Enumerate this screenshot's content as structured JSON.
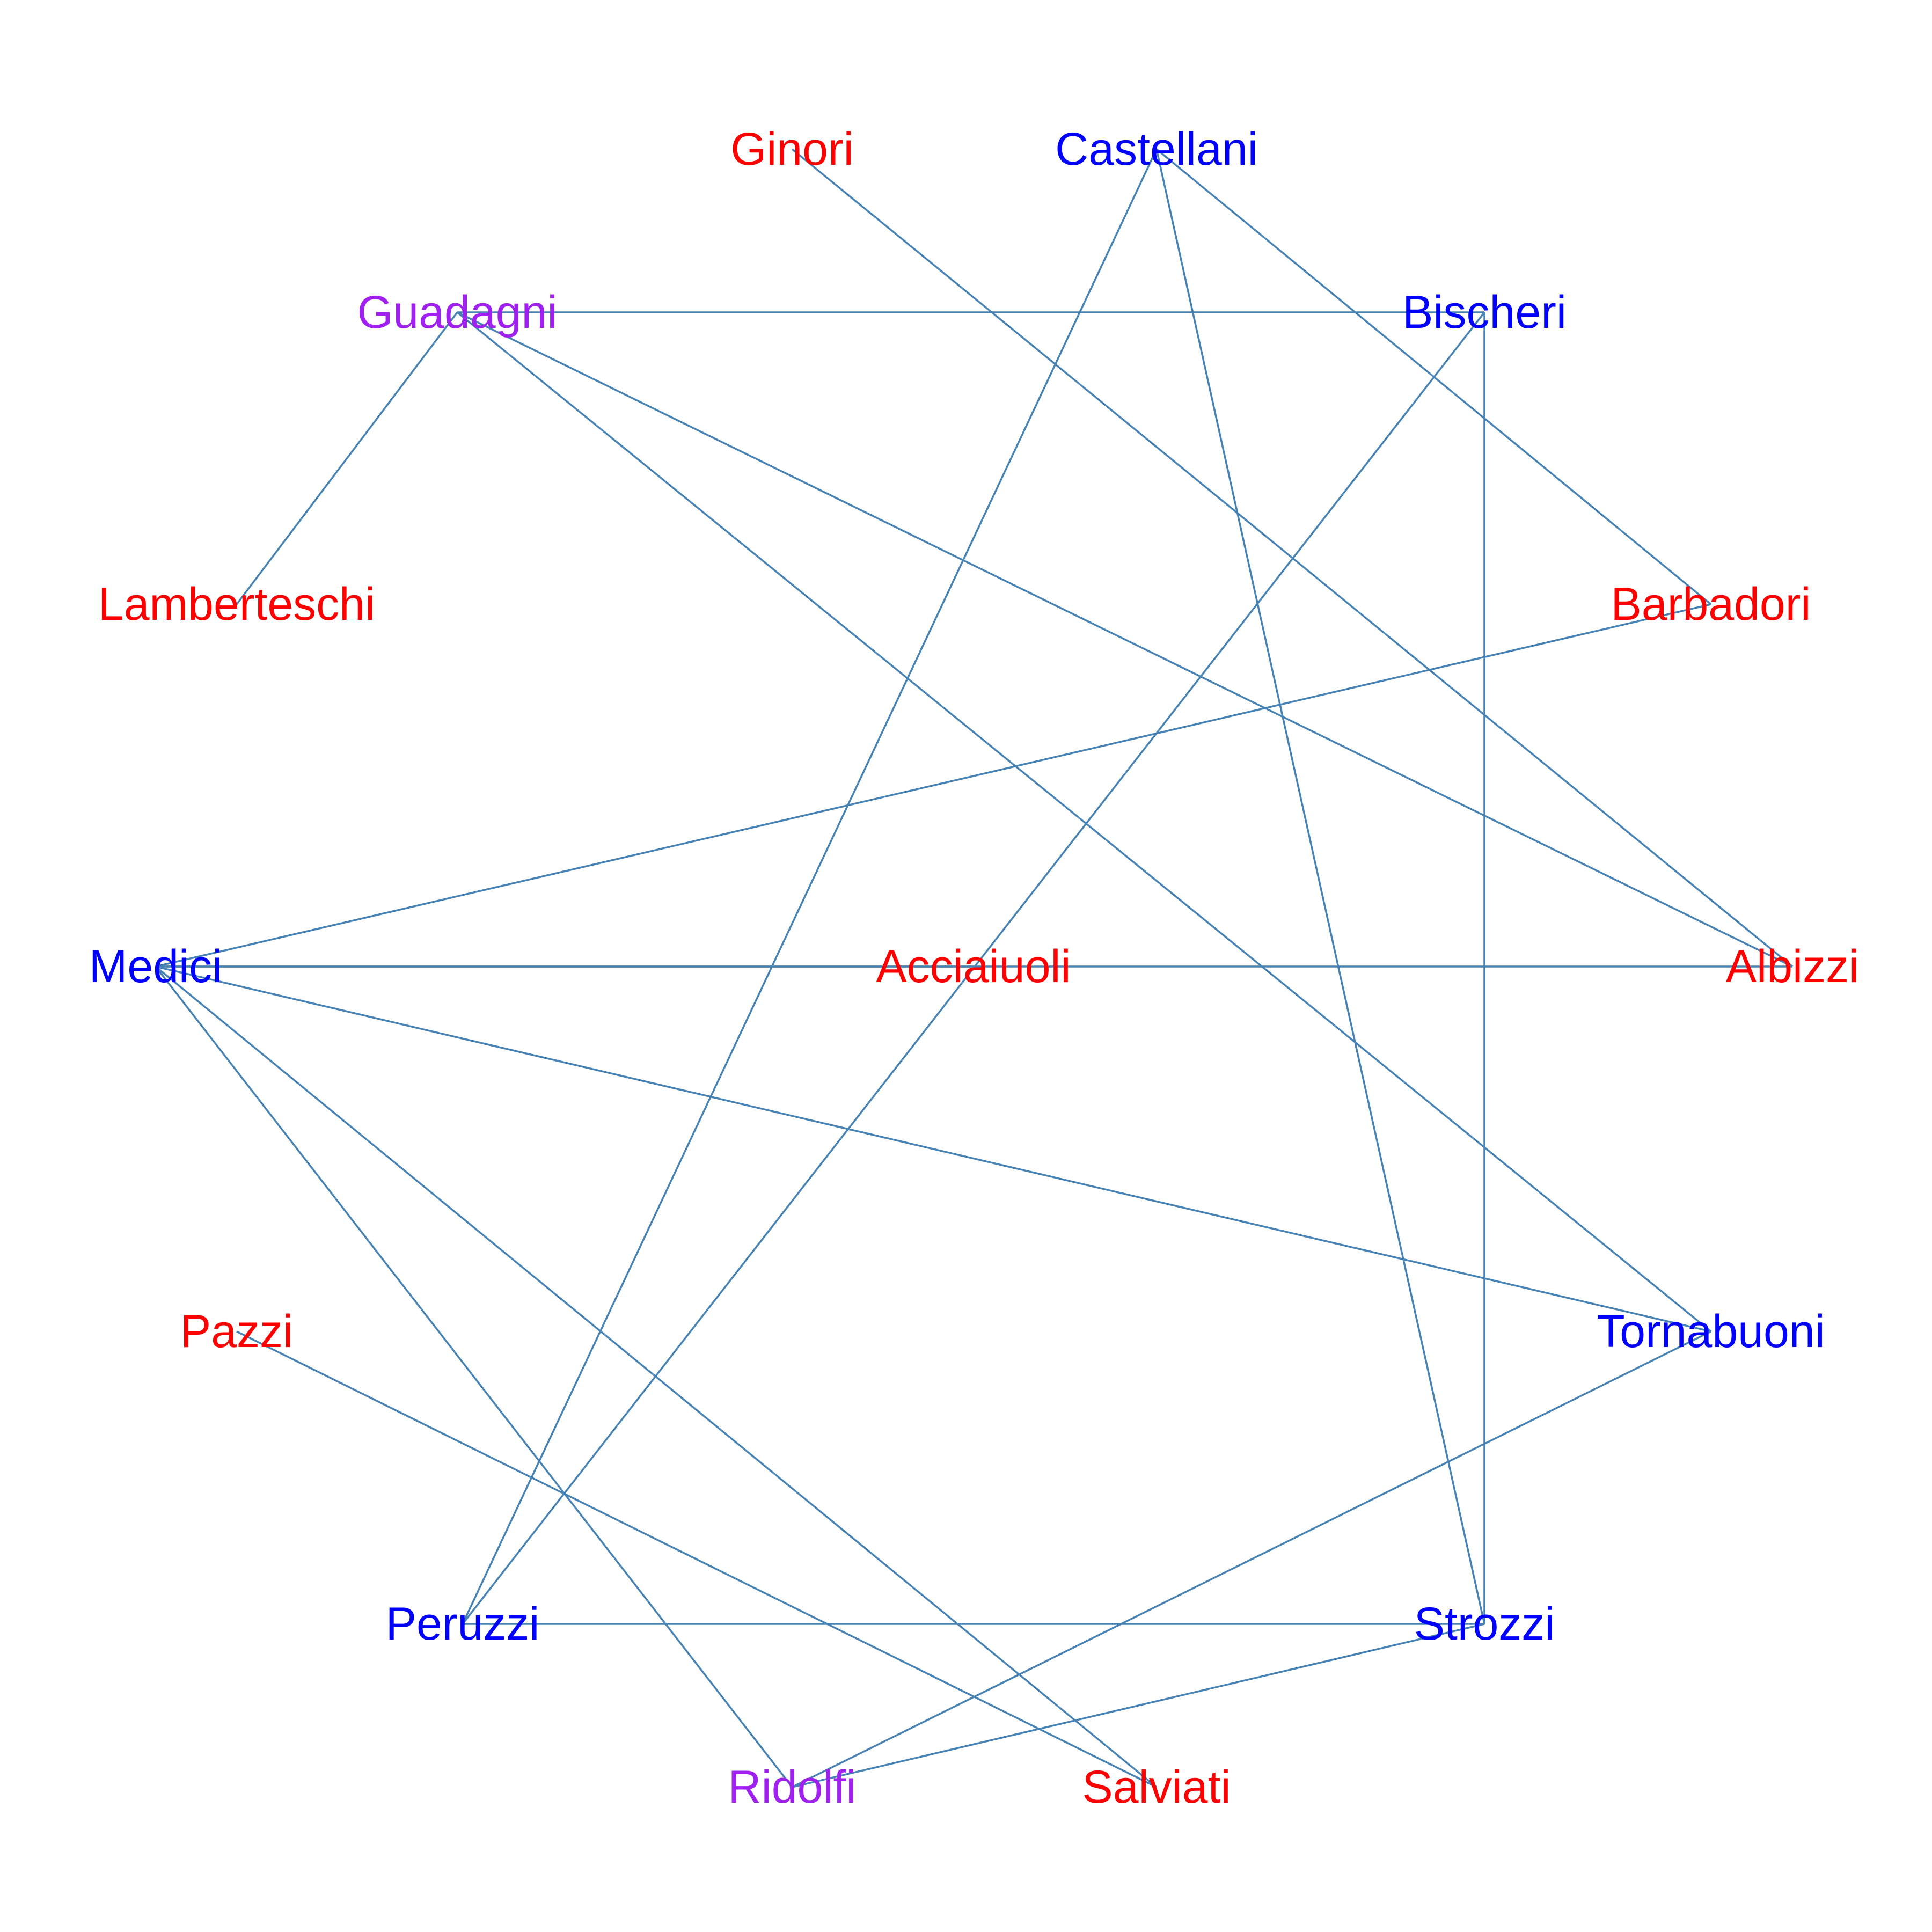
{
  "colors": {
    "edge": "#4682b4",
    "red": "#ff0000",
    "blue": "#0000ff",
    "purple": "#a020f0"
  },
  "nodes": [
    {
      "id": "Ginori",
      "label": "Ginori",
      "color": "#ff0000"
    },
    {
      "id": "Castellani",
      "label": "Castellani",
      "color": "#0000ff"
    },
    {
      "id": "Guadagni",
      "label": "Guadagni",
      "color": "#a020f0"
    },
    {
      "id": "Bischeri",
      "label": "Bischeri",
      "color": "#0000ff"
    },
    {
      "id": "Lamberteschi",
      "label": "Lamberteschi",
      "color": "#ff0000"
    },
    {
      "id": "Barbadori",
      "label": "Barbadori",
      "color": "#ff0000"
    },
    {
      "id": "Medici",
      "label": "Medici",
      "color": "#0000ff"
    },
    {
      "id": "Acciaiuoli",
      "label": "Acciaiuoli",
      "color": "#ff0000"
    },
    {
      "id": "Albizzi",
      "label": "Albizzi",
      "color": "#ff0000"
    },
    {
      "id": "Pazzi",
      "label": "Pazzi",
      "color": "#ff0000"
    },
    {
      "id": "Tornabuoni",
      "label": "Tornabuoni",
      "color": "#0000ff"
    },
    {
      "id": "Peruzzi",
      "label": "Peruzzi",
      "color": "#0000ff"
    },
    {
      "id": "Strozzi",
      "label": "Strozzi",
      "color": "#0000ff"
    },
    {
      "id": "Ridolfi",
      "label": "Ridolfi",
      "color": "#a020f0"
    },
    {
      "id": "Salviati",
      "label": "Salviati",
      "color": "#ff0000"
    }
  ],
  "edges": [
    [
      "Ginori",
      "Albizzi"
    ],
    [
      "Castellani",
      "Barbadori"
    ],
    [
      "Castellani",
      "Peruzzi"
    ],
    [
      "Castellani",
      "Strozzi"
    ],
    [
      "Guadagni",
      "Bischeri"
    ],
    [
      "Guadagni",
      "Lamberteschi"
    ],
    [
      "Guadagni",
      "Albizzi"
    ],
    [
      "Guadagni",
      "Tornabuoni"
    ],
    [
      "Bischeri",
      "Peruzzi"
    ],
    [
      "Bischeri",
      "Strozzi"
    ],
    [
      "Barbadori",
      "Medici"
    ],
    [
      "Medici",
      "Acciaiuoli"
    ],
    [
      "Medici",
      "Albizzi"
    ],
    [
      "Medici",
      "Tornabuoni"
    ],
    [
      "Medici",
      "Ridolfi"
    ],
    [
      "Medici",
      "Salviati"
    ],
    [
      "Pazzi",
      "Salviati"
    ],
    [
      "Tornabuoni",
      "Ridolfi"
    ],
    [
      "Peruzzi",
      "Strozzi"
    ],
    [
      "Strozzi",
      "Ridolfi"
    ]
  ]
}
